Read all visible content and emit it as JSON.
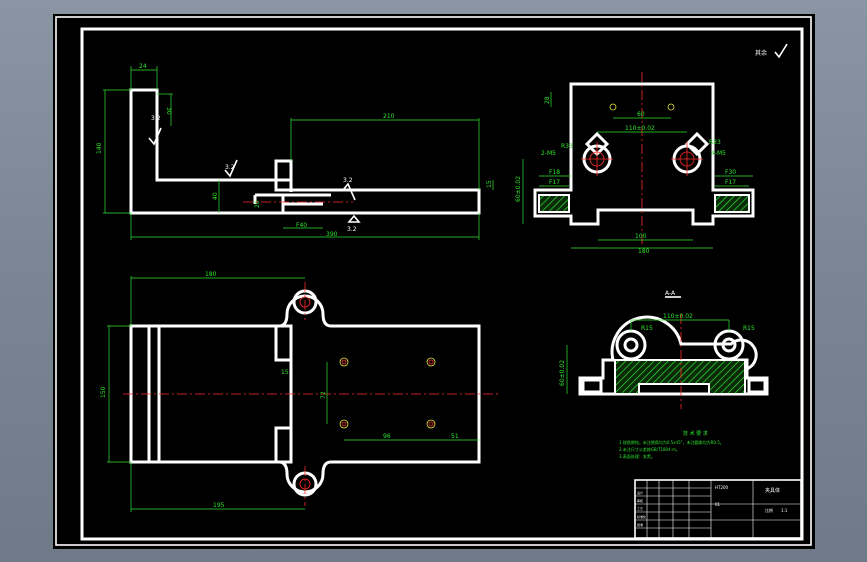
{
  "colors": {
    "background": "#000000",
    "outline": "#ffffff",
    "dimension": "#2ee62e",
    "centerline": "#ff2a2a",
    "window_bg": "#7f8a99"
  },
  "dims": {
    "side": {
      "d24": "24",
      "d30": "30",
      "d140": "140",
      "d210": "210",
      "d40": "40",
      "d20": "20",
      "d15": "15",
      "d390": "390",
      "f40": "F40",
      "r32a": "3.2",
      "r32b": "3.2",
      "r32c": "3.2",
      "r32d": "3.2"
    },
    "top": {
      "d180": "180",
      "d150": "150",
      "d15": "15",
      "d72": "72",
      "d96": "96",
      "d51": "51",
      "d195": "195"
    },
    "right": {
      "d28": "28",
      "d60": "60",
      "spacing": "110±0.02",
      "m5a": "2-M5",
      "m5b": "4-M5",
      "r33a": "R33",
      "r33b": "R33",
      "f18": "F18",
      "f17a": "F17",
      "f17b": "F17",
      "f30": "F30",
      "height": "60±0.02",
      "d100": "100",
      "d180": "180"
    },
    "section": {
      "label": "A-A",
      "spacing": "110±0.02",
      "r15a": "R15",
      "r15b": "R15",
      "height": "60±0.02"
    }
  },
  "notes": {
    "title": "技 术 要 求",
    "line1": "1.锐角倒钝，未注倒角均为0.5x45°，未注圆角均为R0.5。",
    "line2": "2.未注尺寸公差按GB/T1804-m。",
    "line3": "3.表面处理：发黑。"
  },
  "symbols": {
    "roughness_other": "其余"
  },
  "title_block": {
    "material": "HT200",
    "part_name": "夹具体",
    "drawing_no": "01",
    "scale": "比例",
    "sheet": "1:1",
    "design_rows": [
      "设计",
      "审核",
      "工艺",
      "标准化",
      "批准"
    ]
  }
}
